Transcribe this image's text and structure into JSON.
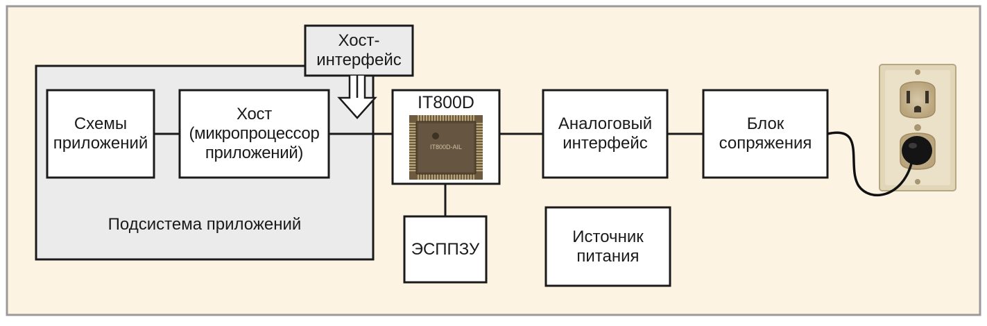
{
  "diagram": {
    "colors": {
      "background": "#fcf3e3",
      "frame": "#9a9a9a",
      "subsystem_fill": "#ebebeb",
      "box_fill": "#ffffff",
      "stroke": "#1a1a1a"
    },
    "nodes": {
      "host_interface": "Хост-\nинтерфейс",
      "app_circuits": "Схемы\nприложений",
      "host": "Хост\n(микропроцессор\nприложений)",
      "subsystem": "Подсистема приложений",
      "it800d": "IT800D",
      "chip_marking": "IT800D-AIL",
      "eeprom": "ЭСППЗУ",
      "analog_interface": "Аналоговый\nинтерфейс",
      "coupling_unit": "Блок\nсопряжения",
      "power_supply": "Источник\nпитания"
    },
    "edges": [
      {
        "from": "app_circuits",
        "to": "host"
      },
      {
        "from": "host",
        "to": "it800d"
      },
      {
        "from": "host_interface",
        "to": "host",
        "type": "arrow"
      },
      {
        "from": "it800d",
        "to": "eeprom"
      },
      {
        "from": "it800d",
        "to": "analog_interface"
      },
      {
        "from": "analog_interface",
        "to": "coupling_unit"
      },
      {
        "from": "coupling_unit",
        "to": "outlet",
        "type": "cable"
      }
    ],
    "outlet_icon": "power-outlet-icon"
  }
}
